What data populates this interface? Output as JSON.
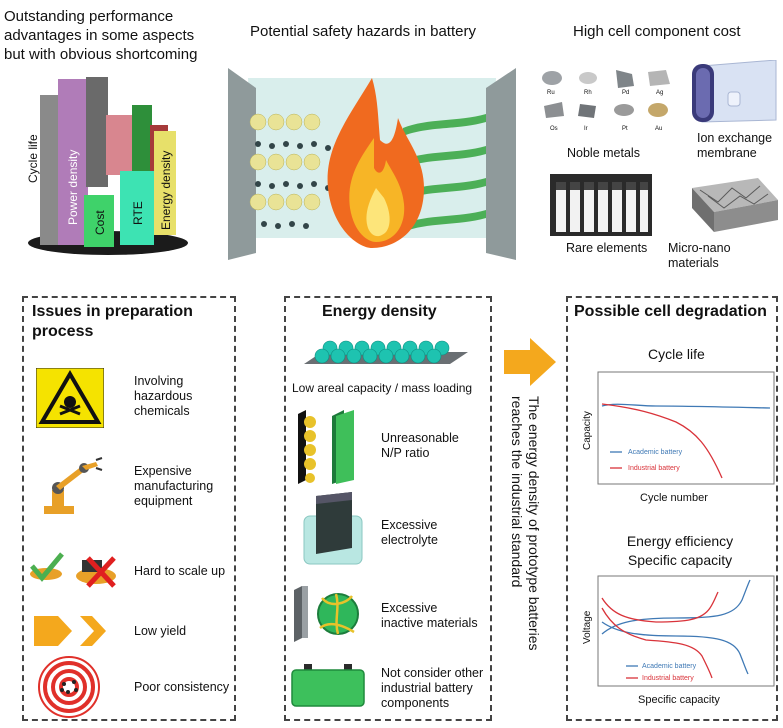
{
  "top": {
    "left_heading_lines": [
      "Outstanding performance",
      "advantages in some aspects",
      "but with obvious shortcoming"
    ],
    "middle_heading": "Potential safety hazards in battery",
    "right_heading": "High cell component cost",
    "radar_labels": {
      "cycle_life": "Cycle life",
      "power_density": "Power density",
      "cost": "Cost",
      "rte": "RTE",
      "energy_density": "Energy density"
    },
    "metal_symbols": [
      "Ru",
      "Rh",
      "Pd",
      "Ag",
      "Os",
      "Ir",
      "Pt",
      "Au"
    ],
    "noble_metals": "Noble metals",
    "ion_exchange_lines": [
      "Ion exchange",
      "membrane"
    ],
    "rare_elements": "Rare elements",
    "micro_nano": "Micro-nano materials"
  },
  "left_panel": {
    "title_lines": [
      "Issues in preparation",
      "process"
    ],
    "items": [
      {
        "lines": [
          "Involving",
          "hazardous",
          "chemicals"
        ]
      },
      {
        "lines": [
          "Expensive",
          "manufacturing",
          "equipment"
        ]
      },
      {
        "lines": [
          "Hard to scale up"
        ]
      },
      {
        "lines": [
          "Low yield"
        ]
      },
      {
        "lines": [
          "Poor consistency"
        ]
      }
    ]
  },
  "middle_panel": {
    "title": "Energy density",
    "low_areal": "Low areal capacity / mass loading",
    "items": [
      {
        "lines": [
          "Unreasonable",
          "N/P ratio"
        ]
      },
      {
        "lines": [
          "Excessive",
          "electrolyte"
        ]
      },
      {
        "lines": [
          "Excessive",
          "inactive materials"
        ]
      },
      {
        "lines": [
          "Not consider other",
          "industrial battery",
          "components"
        ]
      }
    ]
  },
  "arrow_text_lines": [
    "The energy density of prototype batteries",
    "reaches the industrial standard"
  ],
  "right_panel": {
    "title": "Possible cell degradation",
    "chart1_title": "Cycle life",
    "chart1_ylabel": "Capacity",
    "chart1_xlabel": "Cycle number",
    "chart2_title_lines": [
      "Energy efficiency",
      "Specific capacity"
    ],
    "chart2_ylabel": "Voltage",
    "chart2_xlabel": "Specific capacity",
    "academic_label": "Academic battery",
    "industrial_label": "Industrial battery"
  },
  "colors": {
    "academic": "#3f79b5",
    "industrial": "#d9333a",
    "arrow": "#f4a81d"
  }
}
